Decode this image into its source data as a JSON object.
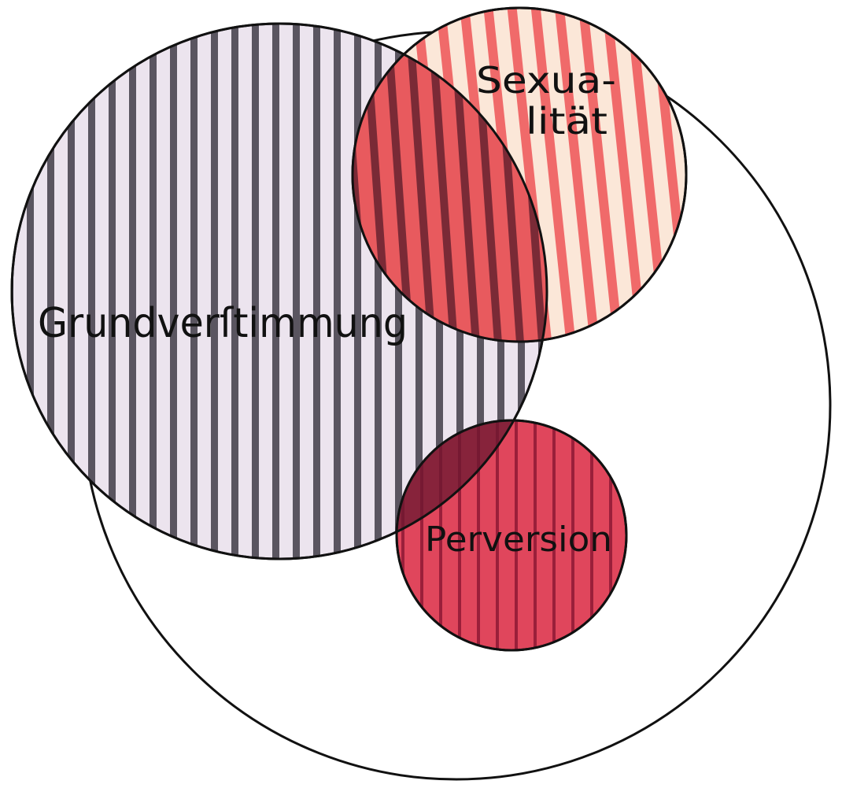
{
  "labels": {
    "grund": "Grundverſtimmung",
    "sexua_line1": "Sexua-",
    "sexua_line2": "lität",
    "perversion": "Perversion"
  },
  "colors": {
    "background": "#ffffff",
    "outline": "#111111",
    "grund_stripe": "#5a5560",
    "grund_tint": "#ece4ee",
    "sex_stripe": "#f06a6a",
    "sex_tint": "#fbe7d8",
    "overlap_stripe": "#7a2a36",
    "overlap_fill": "#e85a5e",
    "perv_fill": "#e0465c",
    "perv_stripe": "#9a1f3a"
  }
}
